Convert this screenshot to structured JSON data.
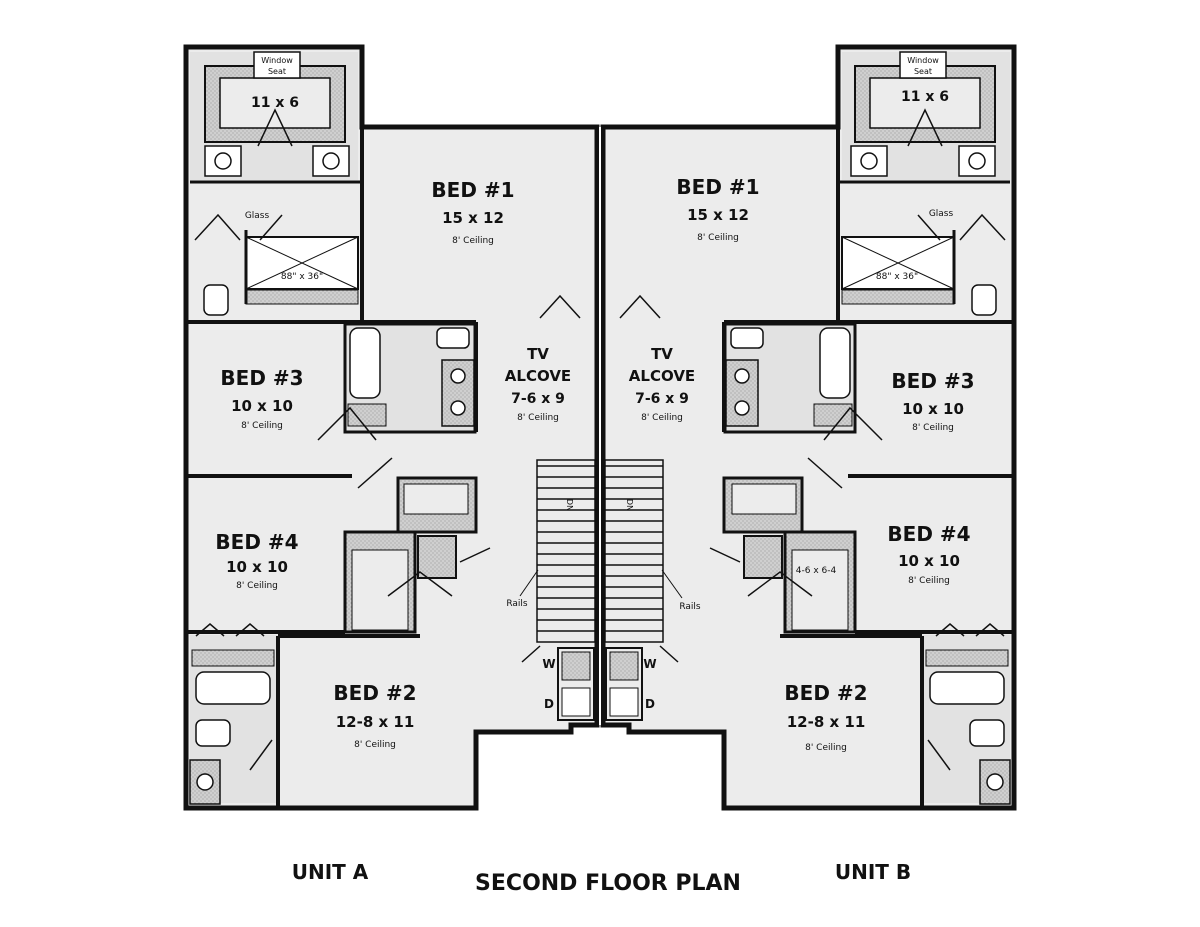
{
  "title": "SECOND FLOOR PLAN",
  "unit_a_label": "UNIT A",
  "unit_b_label": "UNIT B",
  "unit_a": {
    "bed1": {
      "name": "BED #1",
      "size": "15 x 12",
      "ceiling": "8' Ceiling"
    },
    "bed2": {
      "name": "BED #2",
      "size": "12-8 x 11",
      "ceiling": "8' Ceiling"
    },
    "bed3": {
      "name": "BED #3",
      "size": "10 x 10",
      "ceiling": "8' Ceiling"
    },
    "bed4": {
      "name": "BED #4",
      "size": "10 x 10",
      "ceiling": "8' Ceiling"
    },
    "tv": {
      "line1": "TV",
      "line2": "ALCOVE",
      "size": "7-6 x 9",
      "ceiling": "8' Ceiling"
    },
    "window_seat": {
      "line1": "Window",
      "line2": "Seat",
      "size": "11 x 6"
    },
    "glass": "Glass",
    "shower": "88\" x 36\"",
    "rails": "Rails",
    "dn": "DN",
    "washer": "W",
    "dryer": "D"
  },
  "unit_b": {
    "bed1": {
      "name": "BED #1",
      "size": "15 x 12",
      "ceiling": "8' Ceiling"
    },
    "bed2": {
      "name": "BED #2",
      "size": "12-8 x 11",
      "ceiling": "8' Ceiling"
    },
    "bed3": {
      "name": "BED #3",
      "size": "10 x 10",
      "ceiling": "8' Ceiling"
    },
    "bed4": {
      "name": "BED #4",
      "size": "10 x 10",
      "ceiling": "8' Ceiling"
    },
    "tv": {
      "line1": "TV",
      "line2": "ALCOVE",
      "size": "7-6 x 9",
      "ceiling": "8' Ceiling"
    },
    "window_seat": {
      "line1": "Window",
      "line2": "Seat",
      "size": "11 x 6"
    },
    "glass": "Glass",
    "shower": "88\" x 36\"",
    "rails": "Rails",
    "dn": "DN",
    "closet": "4-6 x 6-4",
    "washer": "W",
    "dryer": "D"
  }
}
